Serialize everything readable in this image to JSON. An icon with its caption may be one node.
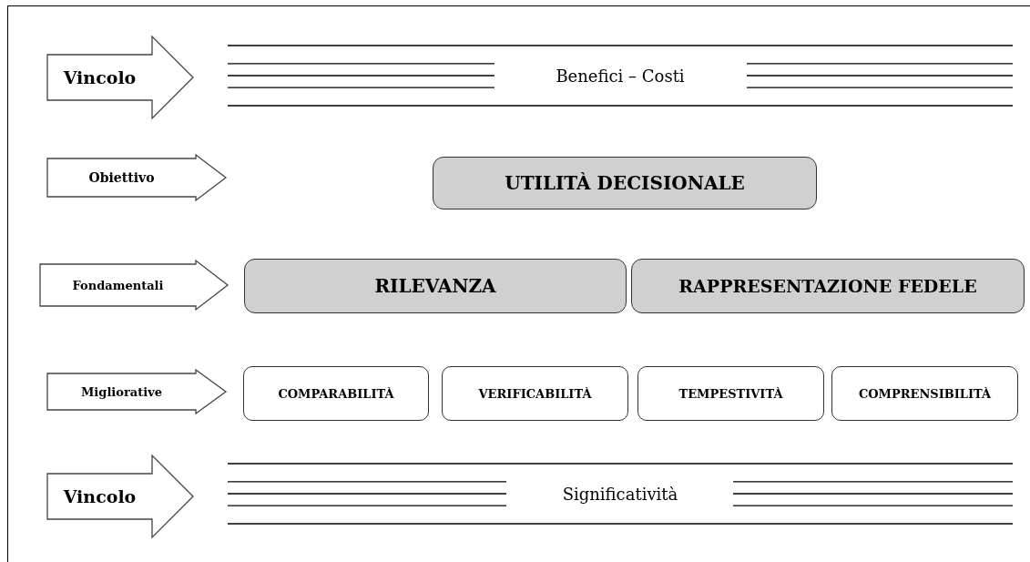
{
  "diagram": {
    "nodes": [
      {
        "text": [
          "Vincolo"
        ]
      },
      {
        "text": [
          "Benefici – Costi"
        ]
      },
      {
        "text": [
          "Obiettivo"
        ]
      },
      {
        "text": [
          "UTILITÀ DECISIONALE"
        ]
      },
      {
        "text": [
          "Fondamentali"
        ]
      },
      {
        "text": [
          "RILEVANZA"
        ]
      },
      {
        "text": [
          "RAPPRESENTAZIONE FEDELE"
        ]
      },
      {
        "text": [
          "Migliorative"
        ]
      },
      {
        "text": [
          "COMPARABILITÀ"
        ]
      },
      {
        "text": [
          "VERIFICABILITÀ"
        ]
      },
      {
        "text": [
          "TEMPESTIVITÀ"
        ]
      },
      {
        "text": [
          "COMPRENSIBILITÀ"
        ]
      },
      {
        "text": [
          "Vincolo"
        ]
      },
      {
        "text": [
          "Significatività"
        ]
      }
    ]
  }
}
